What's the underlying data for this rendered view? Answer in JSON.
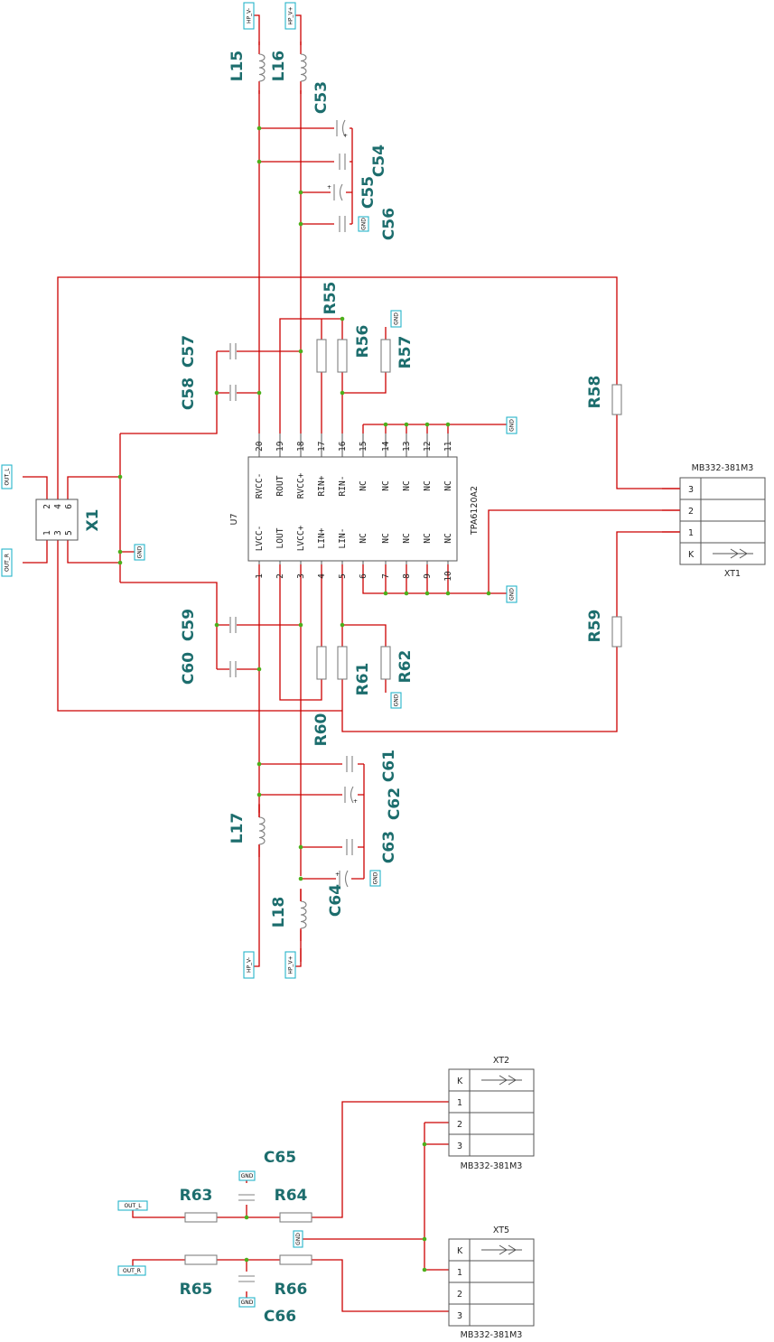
{
  "chip": {
    "ref": "U7",
    "part": "TPA6120A2",
    "top_pins": [
      {
        "num": "20",
        "name": "RVCC-"
      },
      {
        "num": "19",
        "name": "ROUT"
      },
      {
        "num": "18",
        "name": "RVCC+"
      },
      {
        "num": "17",
        "name": "RIN+"
      },
      {
        "num": "16",
        "name": "RIN-"
      },
      {
        "num": "15",
        "name": "NC"
      },
      {
        "num": "14",
        "name": "NC"
      },
      {
        "num": "13",
        "name": "NC"
      },
      {
        "num": "12",
        "name": "NC"
      },
      {
        "num": "11",
        "name": "NC"
      }
    ],
    "bottom_pins": [
      {
        "num": "1",
        "name": "LVCC-"
      },
      {
        "num": "2",
        "name": "LOUT"
      },
      {
        "num": "3",
        "name": "LVCC+"
      },
      {
        "num": "4",
        "name": "LIN+"
      },
      {
        "num": "5",
        "name": "LIN-"
      },
      {
        "num": "6",
        "name": "NC"
      },
      {
        "num": "7",
        "name": "NC"
      },
      {
        "num": "8",
        "name": "NC"
      },
      {
        "num": "9",
        "name": "NC"
      },
      {
        "num": "10",
        "name": "NC"
      }
    ]
  },
  "x1": {
    "ref": "X1",
    "pins": [
      "2",
      "4",
      "6",
      "1",
      "3",
      "5"
    ]
  },
  "refs": {
    "L15": "L15",
    "L16": "L16",
    "L17": "L17",
    "L18": "L18",
    "C53": "C53",
    "C54": "C54",
    "C55": "C55",
    "C56": "C56",
    "C57": "C57",
    "C58": "C58",
    "C59": "C59",
    "C60": "C60",
    "C61": "C61",
    "C62": "C62",
    "C63": "C63",
    "C64": "C64",
    "C65": "C65",
    "C66": "C66",
    "R55": "R55",
    "R56": "R56",
    "R57": "R57",
    "R58": "R58",
    "R59": "R59",
    "R60": "R60",
    "R61": "R61",
    "R62": "R62",
    "R63": "R63",
    "R64": "R64",
    "R65": "R65",
    "R66": "R66"
  },
  "ports": {
    "hp_vm": "HP_V-",
    "hp_vp": "HP_V+",
    "gnd": "GND",
    "out_l": "OUT_L",
    "out_r": "OUT_R"
  },
  "connectors": {
    "xt1": {
      "ref": "XT1",
      "part": "MB332-381M3",
      "rows": [
        "3",
        "2",
        "1",
        "K"
      ]
    },
    "xt2": {
      "ref": "XT2",
      "part": "MB332-381M3",
      "rows": [
        "K",
        "1",
        "2",
        "3"
      ]
    },
    "xt5": {
      "ref": "XT5",
      "part": "MB332-381M3",
      "rows": [
        "K",
        "1",
        "2",
        "3"
      ]
    }
  },
  "plus": "+"
}
